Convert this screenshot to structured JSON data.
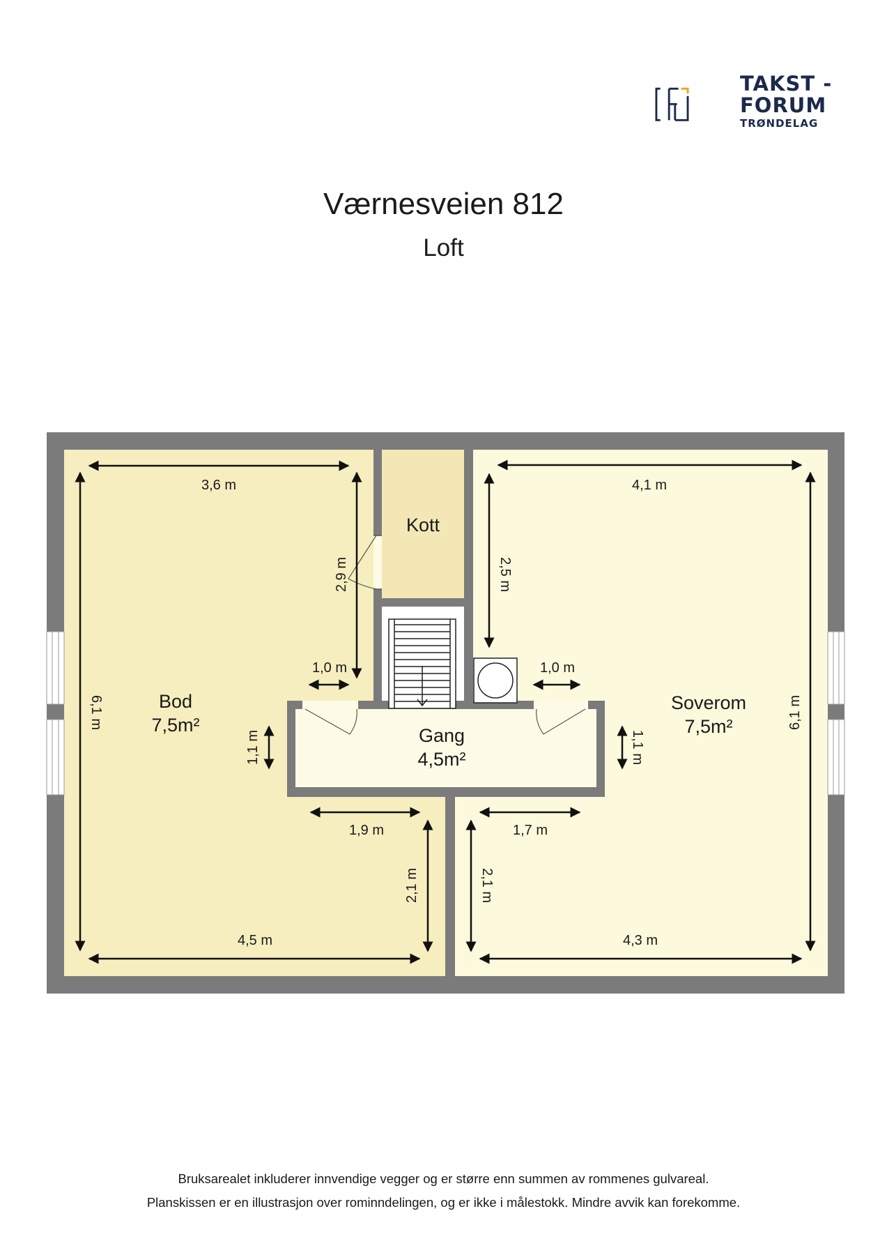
{
  "logo": {
    "line1": "TAKST -",
    "line2": "FORUM",
    "line3": "TRØNDELAG",
    "navy": "#1b2a4a",
    "accent": "#e6a817"
  },
  "title": "Værnesveien 812",
  "subtitle": "Loft",
  "colors": {
    "wall": "#7b7b7b",
    "bod_floor": "#f6eebf",
    "kott_floor": "#f3e8b5",
    "soverom_floor": "#fcf9dc",
    "gang_floor": "#fdfbe6"
  },
  "rooms": {
    "bod": {
      "name": "Bod",
      "area": "7,5m²"
    },
    "kott": {
      "name": "Kott"
    },
    "gang": {
      "name": "Gang",
      "area": "4,5m²"
    },
    "soverom": {
      "name": "Soverom",
      "area": "7,5m²"
    }
  },
  "dimensions": {
    "bod_top": "3,6 m",
    "bod_height": "6,1 m",
    "bod_inner_height": "2,9 m",
    "bod_notch": "1,0 m",
    "gang_left_height": "1,1 m",
    "bod_lower_width": "1,9 m",
    "bod_lower_height": "2,1 m",
    "bod_bottom": "4,5 m",
    "soverom_top": "4,1 m",
    "soverom_inner_height": "2,5 m",
    "soverom_notch": "1,0 m",
    "soverom_height": "6,1 m",
    "gang_right_height": "1,1 m",
    "soverom_lower_width": "1,7 m",
    "soverom_lower_height": "2,1 m",
    "soverom_bottom": "4,3 m"
  },
  "footer": {
    "line1": "Bruksarealet inkluderer innvendige vegger og er større enn summen av rommenes gulvareal.",
    "line2": "Planskissen er en illustrasjon over rominndelingen, og er ikke i målestokk. Mindre avvik kan forekomme."
  }
}
